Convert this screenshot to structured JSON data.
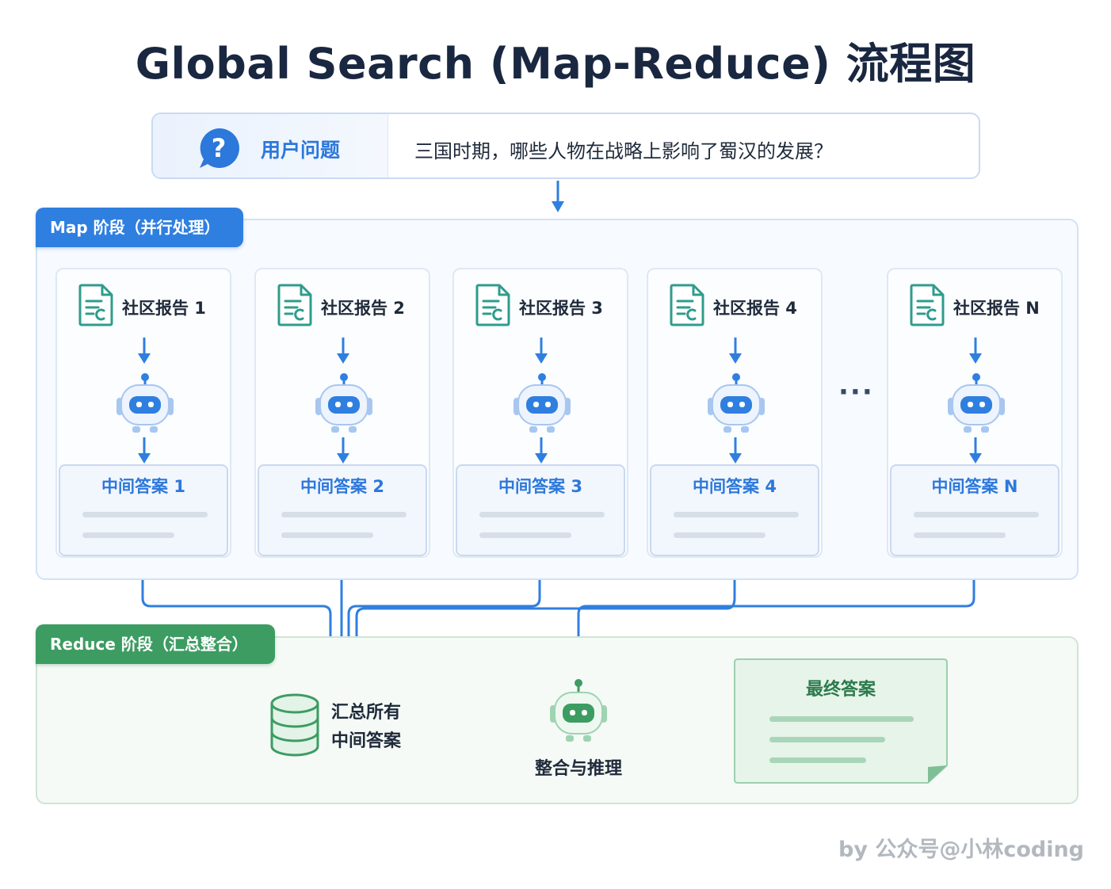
{
  "title": "Global Search (Map-Reduce) 流程图",
  "question": {
    "label": "用户问题",
    "text": "三国时期，哪些人物在战略上影响了蜀汉的发展？",
    "icon": "question-bubble-icon"
  },
  "map": {
    "tag": "Map 阶段（并行处理）",
    "reports": [
      {
        "title": "社区报告 1",
        "answer": "中间答案 1"
      },
      {
        "title": "社区报告 2",
        "answer": "中间答案 2"
      },
      {
        "title": "社区报告 3",
        "answer": "中间答案 3"
      },
      {
        "title": "社区报告 4",
        "answer": "中间答案 4"
      },
      {
        "title": "社区报告 N",
        "answer": "中间答案 N"
      }
    ],
    "ellipsis": "···"
  },
  "reduce": {
    "tag": "Reduce 阶段（汇总整合）",
    "aggregate_line1": "汇总所有",
    "aggregate_line2": "中间答案",
    "integrate": "整合与推理",
    "final_title": "最终答案"
  },
  "watermark": "by 公众号@小林coding",
  "colors": {
    "map_accent": "#2f7fe0",
    "reduce_accent": "#3d9c62",
    "doc_icon": "#2f9c8c"
  }
}
